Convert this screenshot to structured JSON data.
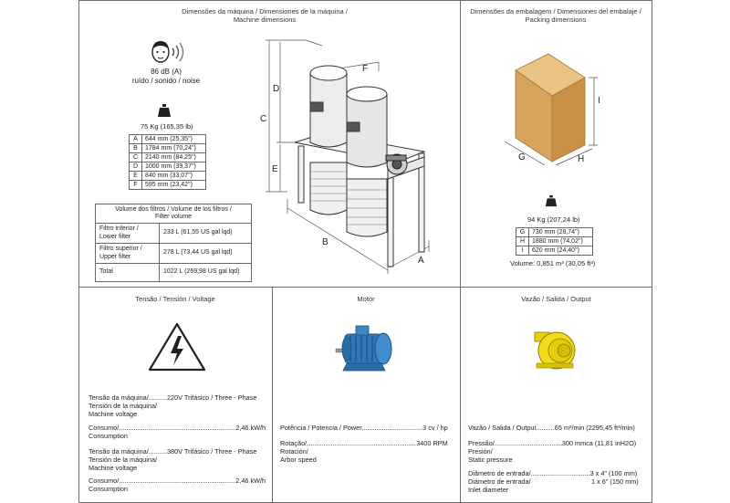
{
  "machine_dims": {
    "title_line1": "Dimensões da máquina / Dimensiones de la máquina /",
    "title_line2": "Machine dimensions",
    "noise_value": "86 dB (A)",
    "noise_label": "ruído / sonido / noise",
    "weight": "75 Kg (165,35 lb)",
    "table": [
      {
        "k": "A",
        "v": "644 mm (25,35\")"
      },
      {
        "k": "B",
        "v": "1784 mm (70,24\")"
      },
      {
        "k": "C",
        "v": "2140 mm (84,25\")"
      },
      {
        "k": "D",
        "v": "1000 mm (39,37\")"
      },
      {
        "k": "E",
        "v": "840 mm (33,07\")"
      },
      {
        "k": "F",
        "v": "595 mm (23,42\")"
      }
    ],
    "volume_header_1": "Volume dos filtros / Volume de los filtros /",
    "volume_header_2": "Filter volume",
    "volume_rows": [
      {
        "label_1": "Filtro inferior /",
        "label_2": "Lower filter",
        "value": "233 L (61,55 US gal lqd)"
      },
      {
        "label_1": "Filtro superior /",
        "label_2": "Upper filter",
        "value": "278 L (73,44 US gal lqd)"
      },
      {
        "label_1": "Total",
        "label_2": "",
        "value": "1022 L (269,98 US gal lqd)"
      }
    ],
    "dim_letters": {
      "A": "A",
      "B": "B",
      "C": "C",
      "D": "D",
      "E": "E",
      "F": "F"
    }
  },
  "packing_dims": {
    "title_line1": "Dimensões da embalagem / Dimensiones del embalaje /",
    "title_line2": "Packing dimensions",
    "weight": "94 Kg (207,24 lb)",
    "table": [
      {
        "k": "G",
        "v": "730 mm (28,74\")"
      },
      {
        "k": "H",
        "v": "1880 mm (74,02\")"
      },
      {
        "k": "I",
        "v": "620 mm (24,40\")"
      }
    ],
    "volume": "Volume: 0,851 m³ (30,05 ft³)",
    "letters": {
      "G": "G",
      "H": "H",
      "I": "I"
    },
    "box_color": "#d8a960"
  },
  "voltage": {
    "title": "Tensão / Tensión / Voltage",
    "block1": {
      "line1_label": "Tensão da máquina/",
      "line1_dots": "..........",
      "line1_value": "220V Trifásico / Three - Phase",
      "line2": "Tensión de la máquina/",
      "line3": "Machine voltage"
    },
    "consumo1": {
      "label": "Consumo/",
      "dots": "..........................................................................",
      "value": "2,46 kW/h",
      "line2": "Consumption"
    },
    "block2": {
      "line1_label": "Tensão da máquina/",
      "line1_dots": "..........",
      "line1_value": "380V Trifásico / Three - Phase",
      "line2": "Tensión de la máquina/",
      "line3": "Machine voltage"
    },
    "consumo2": {
      "label": "Consumo/",
      "dots": "..........................................................................",
      "value": "2,46 kW/h",
      "line2": "Consumption"
    }
  },
  "motor": {
    "title": "Motor",
    "power_label": "Potência / Potencia / Power",
    "power_dots": ".................................",
    "power_value": "3 cv / hp",
    "rot_label": "Rotação/",
    "rot_dots": ".....................................................................",
    "rot_value": "3400 RPM",
    "rot_line2": "Rotación/",
    "rot_line3": "Arbor speed",
    "motor_color": "#2e78b8"
  },
  "output": {
    "title": "Vazão / Salida / Output",
    "flow_label": "Vazão / Salida / Output",
    "flow_dots": "..........",
    "flow_value": "65 m³/min (2295,45 ft³/min)",
    "pressure_label": "Pressão/",
    "pressure_dots": ".....................................",
    "pressure_value": "300 mmca (11,81 inH2O)",
    "pressure_line2": "Presión/",
    "pressure_line3": "Static pressure",
    "inlet_label": "Diâmetro de entrada/",
    "inlet_dots": ".......................................",
    "inlet_value1": "3 x 4\" (100 mm)",
    "inlet_line2": "Diámetro de entrada/",
    "inlet_value2": "1 x 6\" (150 mm)",
    "inlet_line3": "Inlet diameter",
    "fan_color": "#f2dc1a"
  }
}
